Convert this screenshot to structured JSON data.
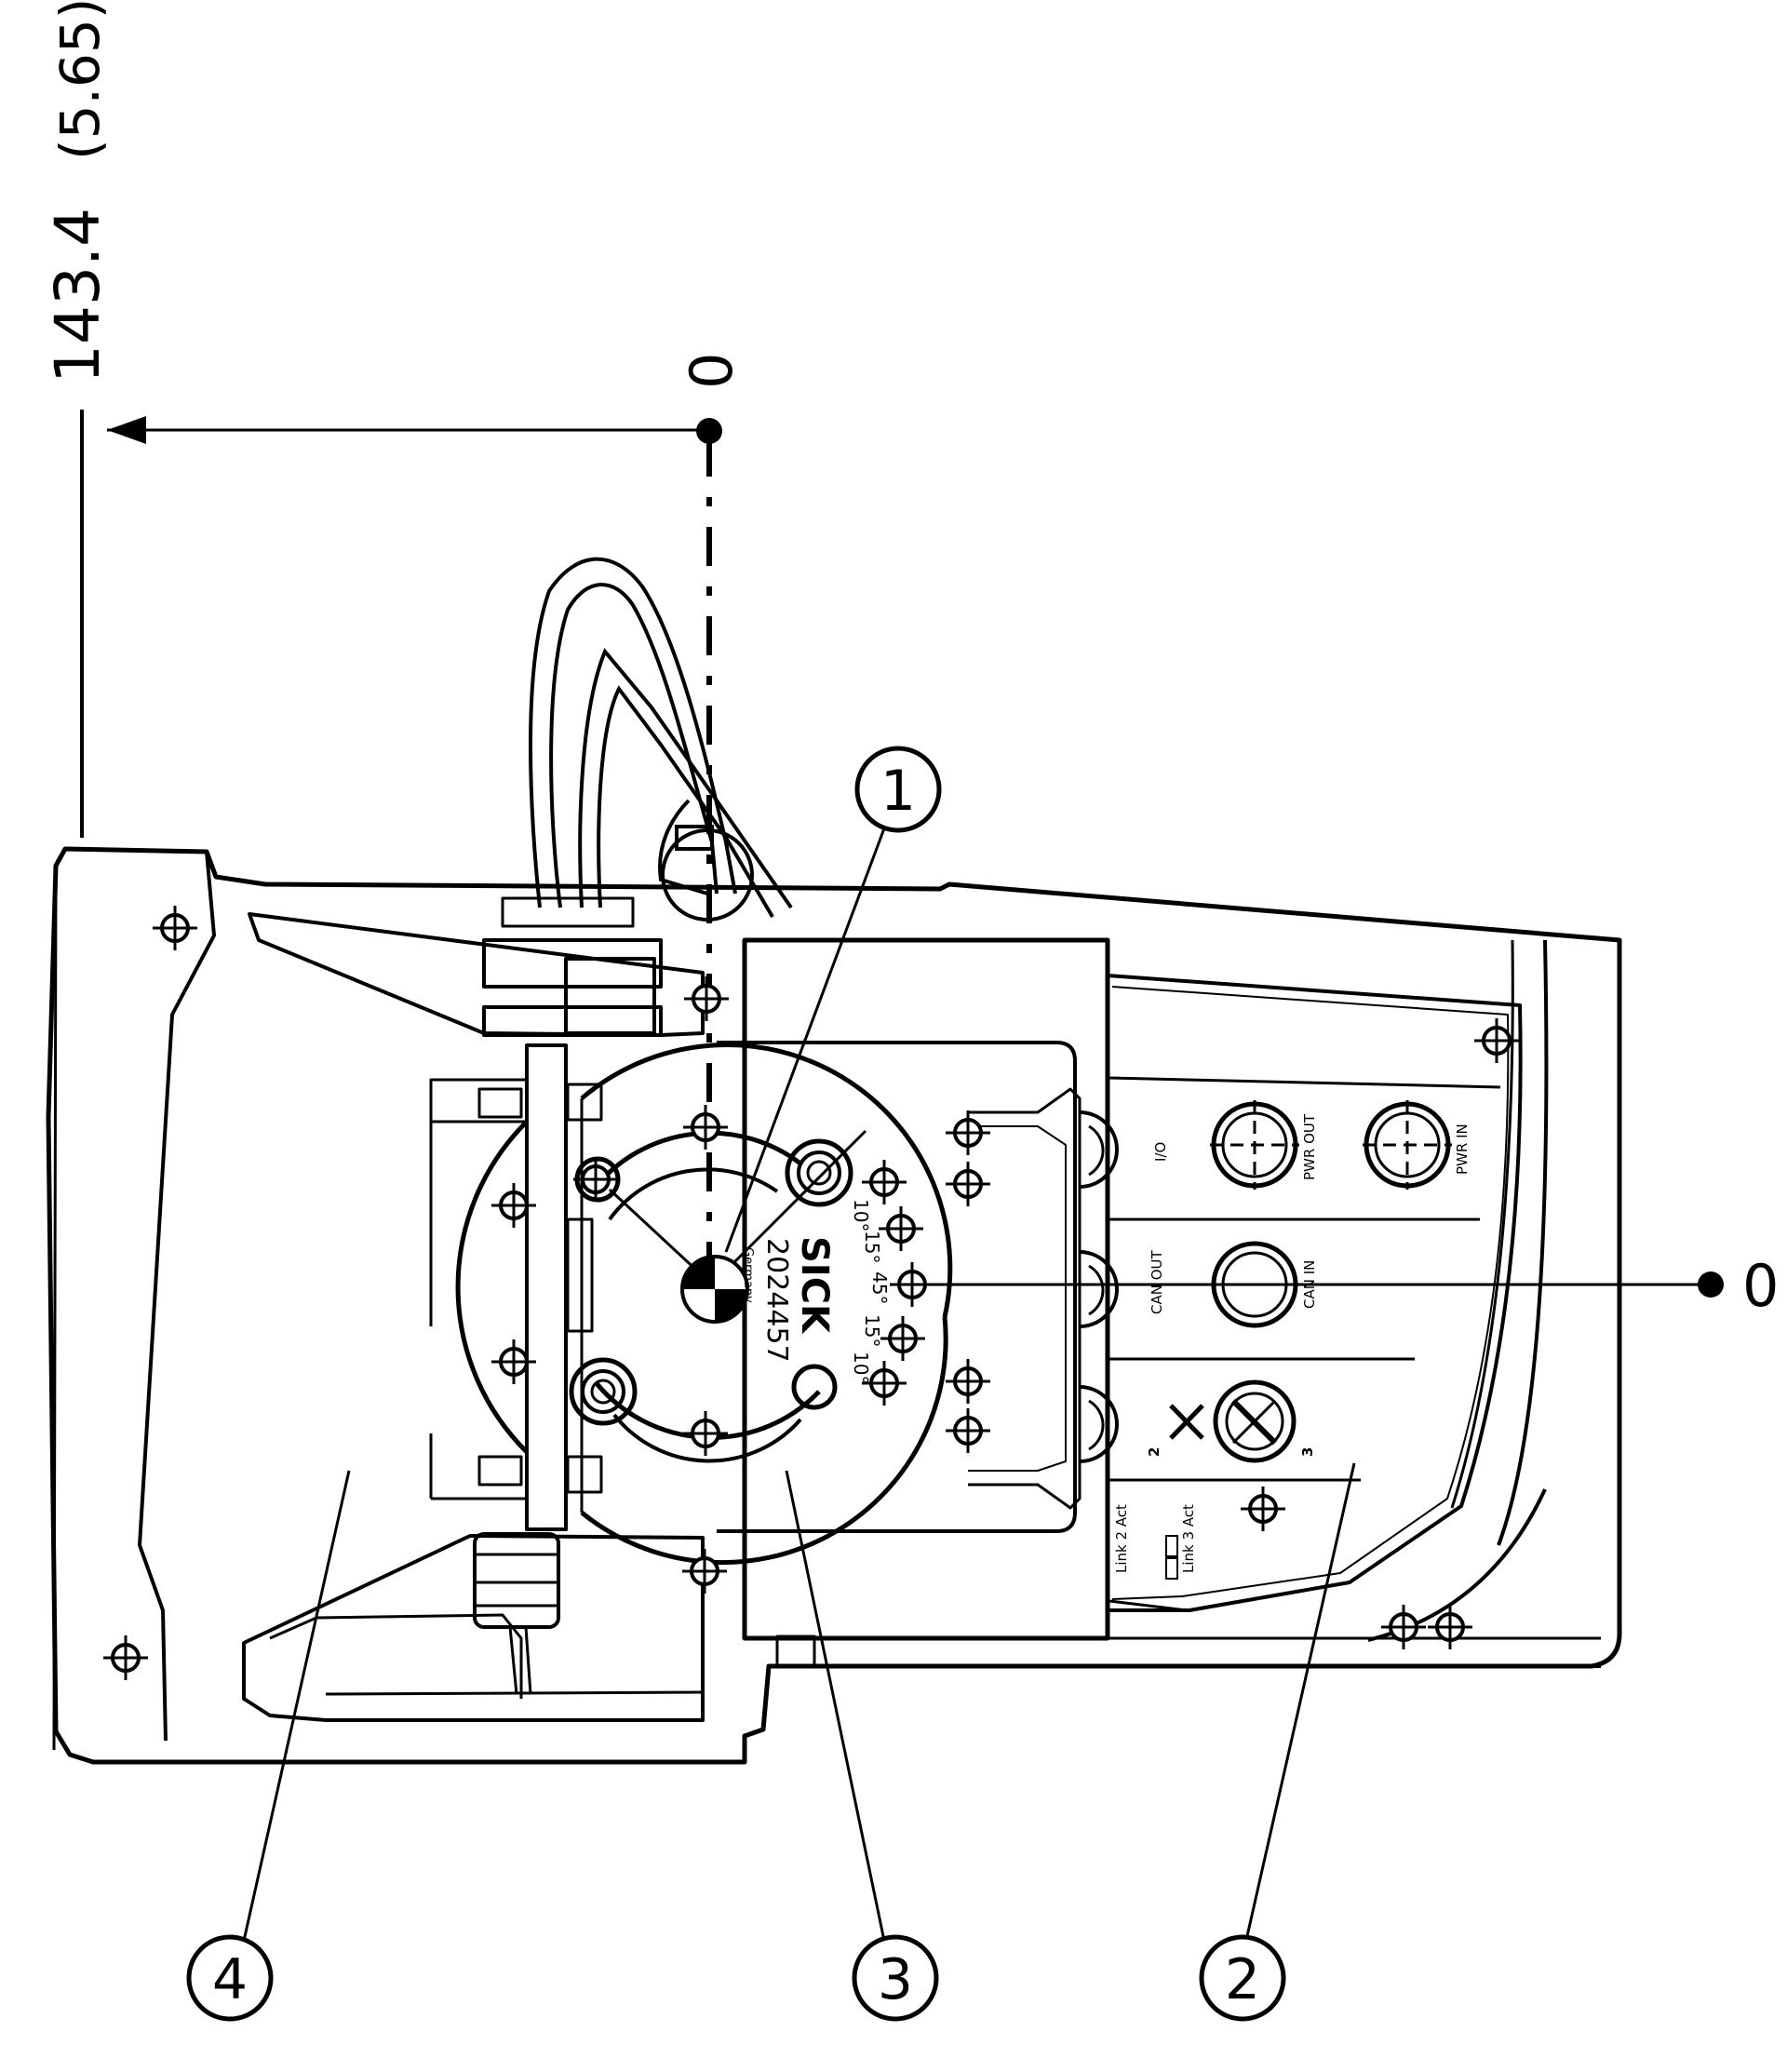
{
  "dimension": {
    "value": "143.4",
    "imperial": "(5.65)"
  },
  "origin_labels": {
    "top": "0",
    "right": "0"
  },
  "callouts": [
    "1",
    "2",
    "3",
    "4"
  ],
  "connectors": {
    "io": "I/O",
    "pwr_out": "PWR OUT",
    "pwr_in": "PWR IN",
    "can_out": "CAN OUT",
    "can_in": "CAN IN",
    "port2": "2",
    "port3": "3",
    "link2": "Link 2 Act",
    "link3": "Link 3 Act"
  },
  "bracket": {
    "brand": "SICK",
    "part_number": "2024457",
    "origin": "Germany",
    "angles": [
      "10°",
      "15°",
      "45°",
      "15°",
      "10°"
    ]
  },
  "colors": {
    "line": "#000000",
    "background": "#ffffff"
  }
}
